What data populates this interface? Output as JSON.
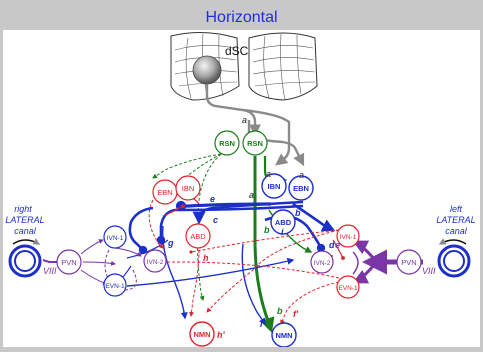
{
  "title": "Horizontal",
  "colliculus_label": "dSC",
  "nodes": {
    "rsn_left": "RSN",
    "rsn_right": "RSN",
    "ebn_left": "EBN",
    "ibn_left": "IBN",
    "ibn_right": "IBN",
    "ebn_right": "EBN",
    "abd_left": "ABD",
    "abd_right": "ABD",
    "ivn1_left": "IVN-1",
    "ivn2_left": "IVN-2",
    "evn1_left": "EVN-1",
    "ivn1_right": "IVN-1",
    "ivn2_right": "IVN-2",
    "evn1_right": "EVN-1",
    "pvn_left": "PVN",
    "pvn_right": "PVN",
    "nmn_left": "NMN",
    "nmn_right": "NMN"
  },
  "canal_left": {
    "line1": "right",
    "line2": "LATERAL",
    "line3": "canal",
    "nerve": "VIII"
  },
  "canal_right": {
    "line1": "left",
    "line2": "LATERAL",
    "line3": "canal",
    "nerve": "VIII"
  },
  "letters": {
    "a_top": "a",
    "a_mid": "a",
    "a_low": "a",
    "a_rt": "a",
    "b_blue": "b",
    "b_green": "b",
    "b_low": "b",
    "c": "c",
    "d": "d",
    "e_left": "e",
    "e_right": "e",
    "f": "f'",
    "g": "g",
    "h_left": "h",
    "h_prime": "h'",
    "i_left": "i",
    "i_low": "i"
  },
  "colors": {
    "title": "#1f2fd9",
    "red": "#e0242c",
    "blue": "#1d2fc9",
    "green": "#1b7d1b",
    "purple": "#7a36a6",
    "gray": "#8a8a8a"
  }
}
